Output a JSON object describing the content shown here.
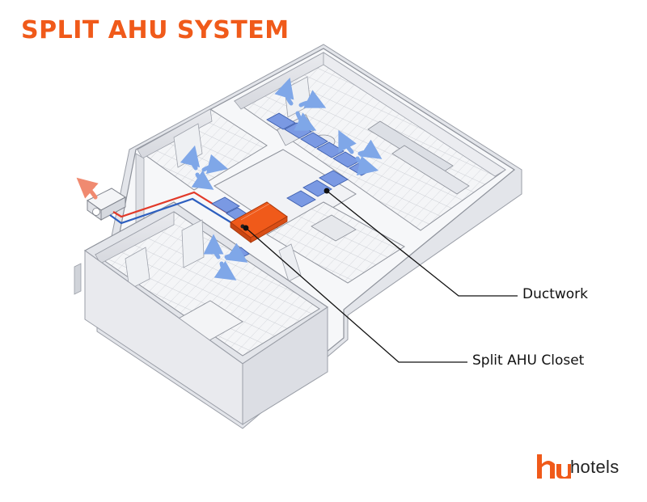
{
  "title": "SPLIT AHU SYSTEM",
  "callouts": {
    "ductwork": "Ductwork",
    "ahu_closet": "Split AHU Closet"
  },
  "logo": {
    "text": "hotels"
  },
  "colors": {
    "title": "#f05a1a",
    "duct": "#6d8fe0",
    "ahu": "#f05a1a",
    "refrigerant_hot": "#e23a2a",
    "refrigerant_cold": "#2d5fbf",
    "airflow": "#7fa7e8"
  }
}
